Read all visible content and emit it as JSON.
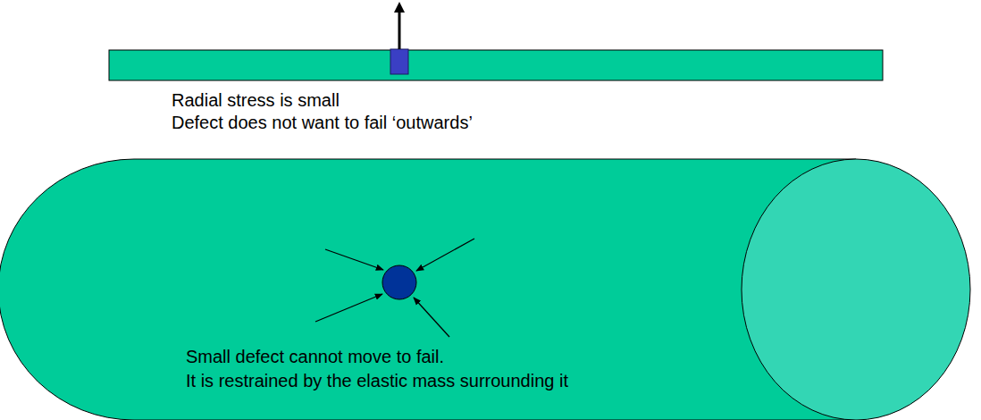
{
  "diagram": {
    "nodes": [
      {
        "text": [
          "Small defect cannot move to fail.",
          "It is restrained by the elastic mass surrounding it"
        ]
      }
    ],
    "labels": [
      "Radial stress is small",
      "Defect does not want to fail ‘outwards’"
    ]
  }
}
